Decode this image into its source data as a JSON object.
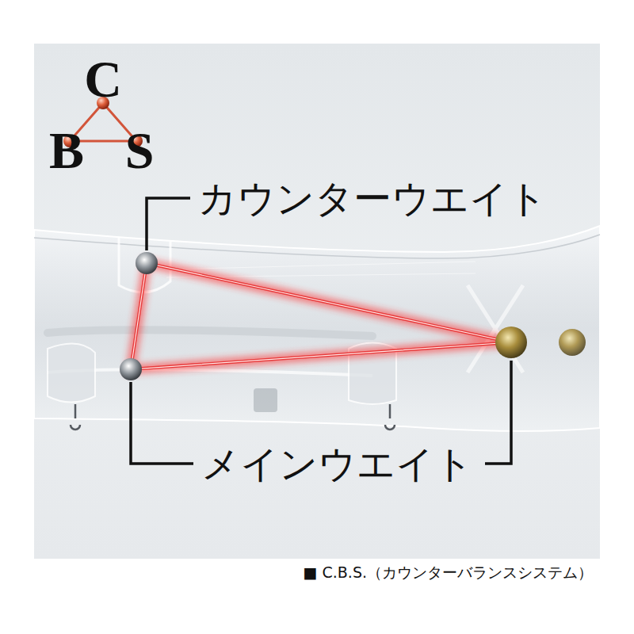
{
  "diagram": {
    "caption": "■ C.B.S.（カウンターバランスシステム）",
    "labels": [
      "C",
      "B",
      "S",
      "カウンターウエイト",
      "メインウエイト"
    ]
  }
}
